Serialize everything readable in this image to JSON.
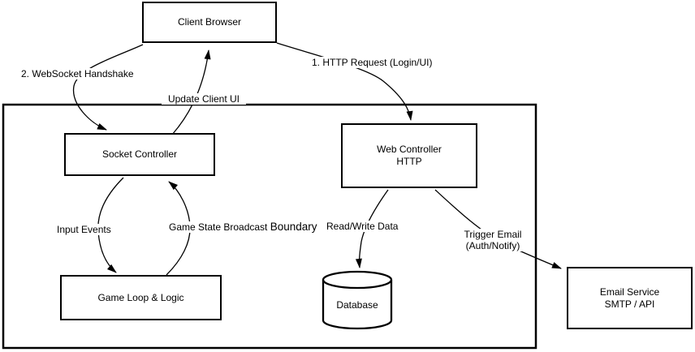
{
  "diagram": {
    "nodes": {
      "client_browser": {
        "label": "Client Browser"
      },
      "socket_controller": {
        "label": "Socket Controller"
      },
      "web_controller": {
        "line1": "Web Controller",
        "line2": "HTTP"
      },
      "game_loop": {
        "label": "Game Loop & Logic"
      },
      "database": {
        "label": "Database"
      },
      "email_service": {
        "line1": "Email Service",
        "line2": "SMTP / API"
      }
    },
    "edge_labels": {
      "websocket_handshake": "2. WebSocket Handshake",
      "update_client_ui": "Update Client UI",
      "http_request": "1. HTTP Request (Login/UI)",
      "input_events": "Input Events",
      "game_state_broadcast": "Game State Broadcast",
      "boundary": "Boundary",
      "read_write_data": "Read/Write Data",
      "trigger_email_line1": "Trigger Email",
      "trigger_email_line2": "(Auth/Notify)"
    },
    "colors": {
      "stroke": "#000000",
      "node_fill": "#ffffff",
      "background": "#ffffff"
    }
  }
}
